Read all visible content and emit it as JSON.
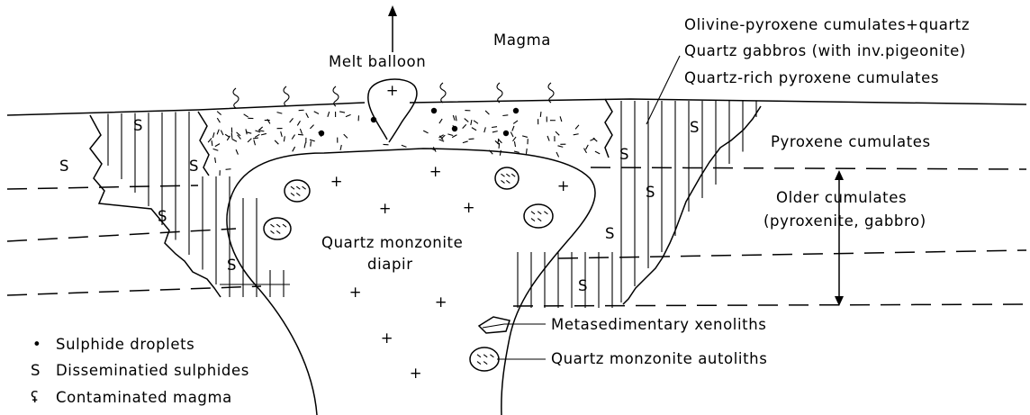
{
  "labels": {
    "magma": "Magma",
    "melt_balloon": "Melt balloon",
    "olivine": "Olivine-pyroxene cumulates+quartz",
    "quartz_gabbros": "Quartz gabbros (with inv.pigeonite)",
    "quartz_rich": "Quartz-rich pyroxene cumulates",
    "pyroxene_cumulates": "Pyroxene cumulates",
    "older_cumulates_1": "Older cumulates",
    "older_cumulates_2": "(pyroxenite, gabbro)",
    "diapir_1": "Quartz monzonite",
    "diapir_2": "diapir",
    "metasedimentary": "Metasedimentary xenoliths",
    "autoliths": "Quartz monzonite autoliths"
  },
  "legend": [
    {
      "symbol": "•",
      "text": "Sulphide droplets"
    },
    {
      "symbol": "S",
      "text": "Disseminatied sulphides"
    },
    {
      "symbol": "ʢ",
      "text": "Contaminated magma"
    }
  ],
  "s_marker": "S",
  "plus_marker": "+"
}
